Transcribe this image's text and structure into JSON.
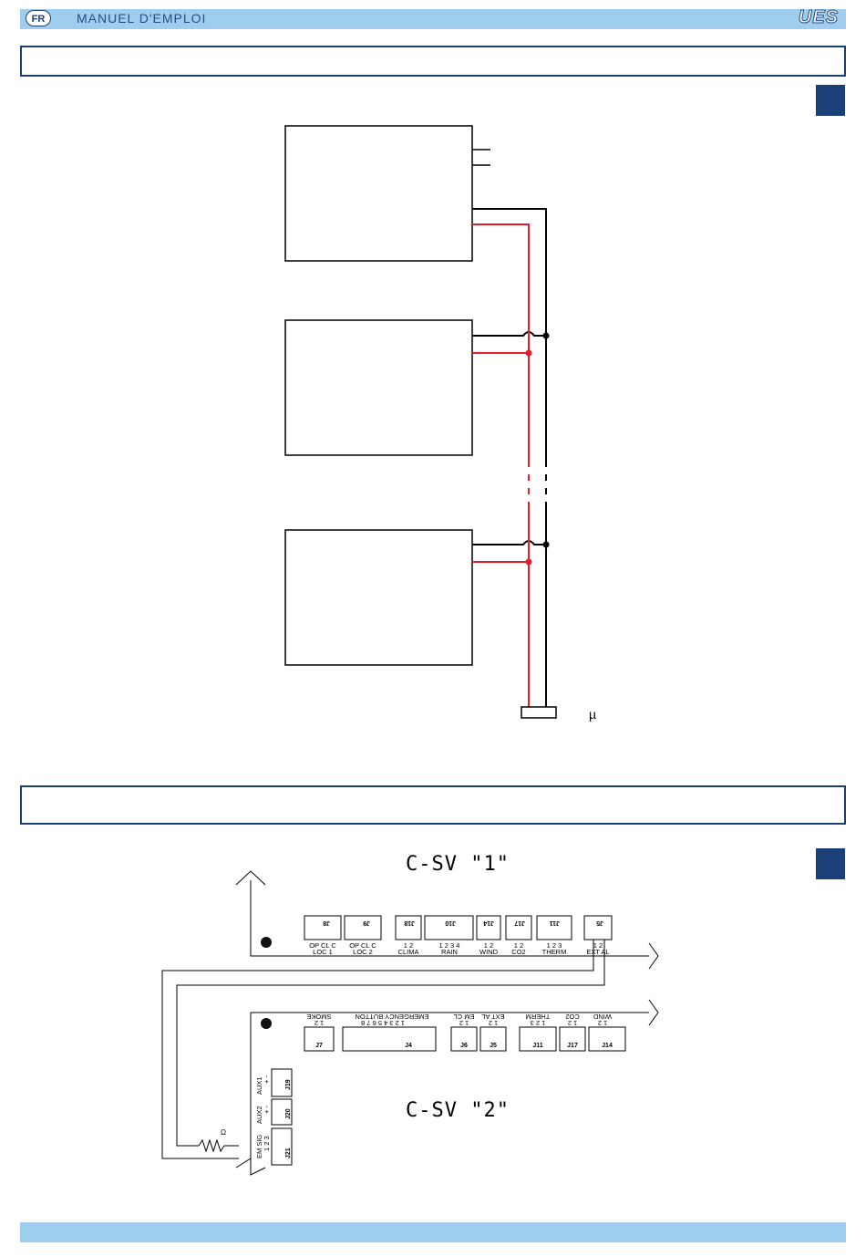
{
  "header": {
    "lang_badge": "FR",
    "title": "MANUEL D'EMPLOI",
    "logo": "UES"
  },
  "diagram1": {
    "symbol": "µ"
  },
  "diagram2": {
    "title_top": "C-SV \"1\"",
    "title_bottom": "C-SV \"2\"",
    "board1_connectors": [
      {
        "id": "J8",
        "pins": "OP CL  C",
        "label": "LOC  1"
      },
      {
        "id": "J9",
        "pins": "OP CL  C",
        "label": "LOC  2"
      },
      {
        "id": "J18",
        "pins": "1   2",
        "label": "CLIMA"
      },
      {
        "id": "J10",
        "pins": "1   2   3   4",
        "label": "RAIN"
      },
      {
        "id": "J14",
        "pins": "1   2",
        "label": "WIND"
      },
      {
        "id": "J17",
        "pins": "1   2",
        "label": "CO2"
      },
      {
        "id": "J11",
        "pins": "1   2   3",
        "label": "THERM"
      },
      {
        "id": "J5",
        "pins": "1   2",
        "label": "EXT AL"
      }
    ],
    "board2_connectors": [
      {
        "id": "J7",
        "label": "SMOKE",
        "pins": "1   2"
      },
      {
        "id": "J4",
        "label": "EMERGENCY  BUTTON",
        "pins": "1  2  3  4  5  6  7  8"
      },
      {
        "id": "J6",
        "label": "EM CL",
        "pins": "1   2"
      },
      {
        "id": "J5",
        "label": "EXT AL",
        "pins": "1   2"
      },
      {
        "id": "J11",
        "label": "THERM",
        "pins": "1   2   3"
      },
      {
        "id": "J17",
        "label": "CO2",
        "pins": "1   2"
      },
      {
        "id": "J14",
        "label": "WIND",
        "pins": "1   2"
      }
    ],
    "side_connectors": [
      {
        "id": "J19",
        "label": "AUX1",
        "pins": "+  -"
      },
      {
        "id": "J20",
        "label": "AUX2",
        "pins": "+  -"
      },
      {
        "id": "J21",
        "label": "EM SIG",
        "pins": "1  2  3"
      }
    ],
    "resistor_label": "Ω"
  },
  "colors": {
    "accent_bar": "#9fcdee",
    "dark_blue": "#1b3f78",
    "wire_red": "#e0202a",
    "wire_black": "#000000"
  }
}
